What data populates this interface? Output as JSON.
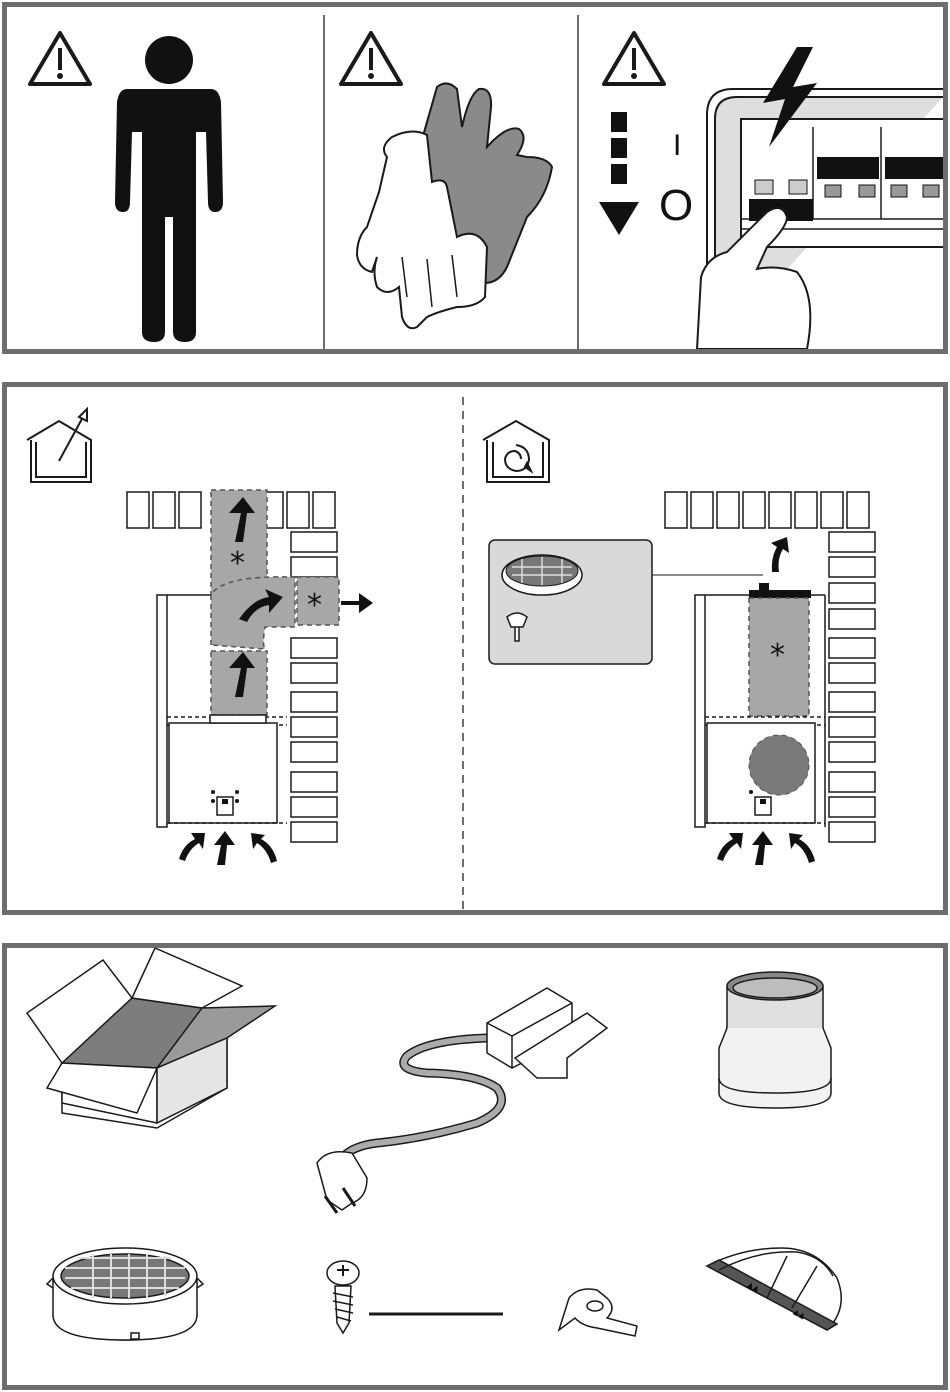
{
  "colors": {
    "border": "#6d6d6d",
    "ink": "#1a1a1a",
    "grey_fill": "#a7a7a7",
    "dark_grey": "#7a7a7a",
    "light_grey": "#d9d9d9"
  },
  "safety": {
    "cells": [
      {
        "name": "warning-person",
        "icon": "warning-triangle-icon",
        "figure": "person-icon"
      },
      {
        "name": "warning-gloves",
        "icon": "warning-triangle-icon",
        "figure": "gloves-icon"
      },
      {
        "name": "warning-power-off",
        "icon": "warning-triangle-icon",
        "figure": "fuse-box-icon"
      }
    ],
    "switch_labels": {
      "on": "I",
      "off": "O"
    }
  },
  "modes": {
    "left": {
      "icon": "house-extraction-icon",
      "marks": [
        "*",
        "*"
      ]
    },
    "right": {
      "icon": "house-recirculation-icon",
      "marks": [
        "*"
      ]
    }
  },
  "parts": {
    "items": [
      "cardboard-box-icon",
      "power-cable-icon",
      "duct-reducer-icon",
      "grease-filter-icon",
      "screw-icon",
      "cable-clip-icon",
      "flap-valve-icon"
    ]
  }
}
